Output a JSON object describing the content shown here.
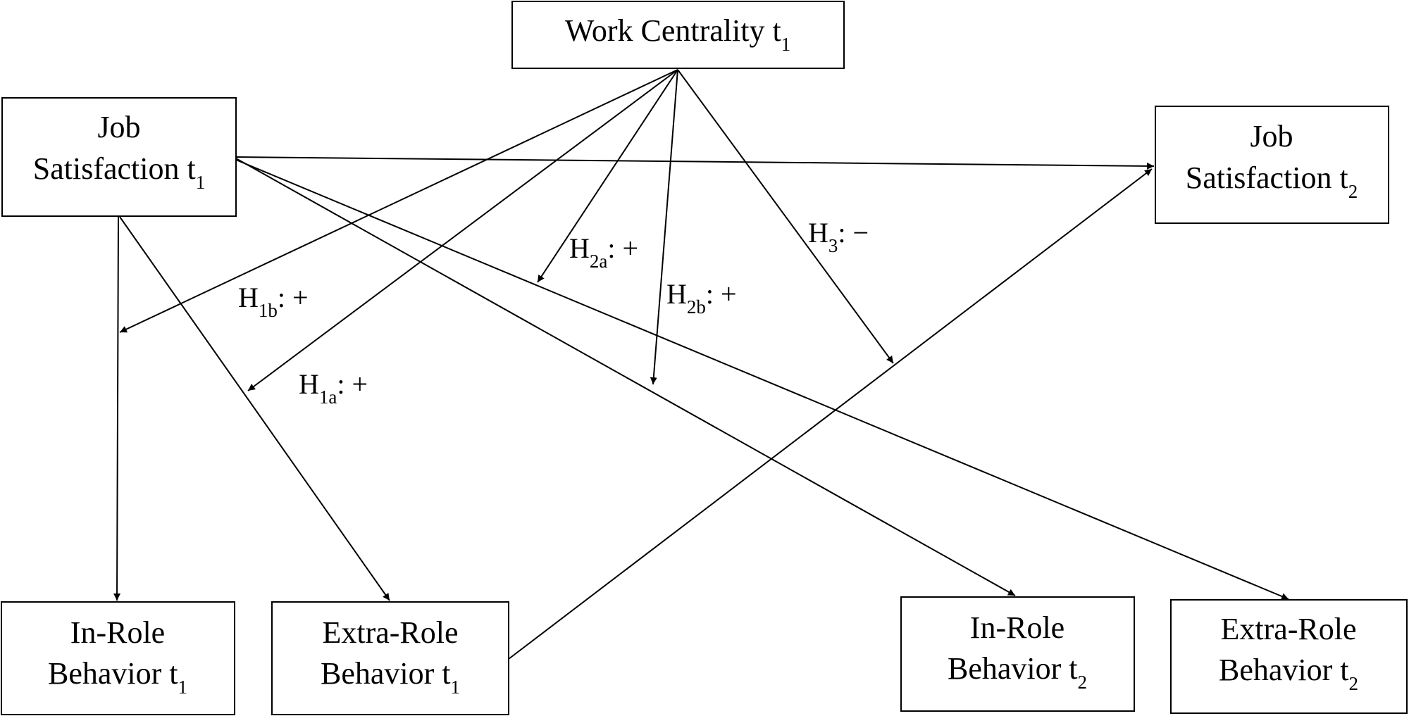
{
  "nodes": {
    "work_centrality_t1": {
      "main": "Work Centrality t",
      "sub": "1"
    },
    "job_satisfaction_t1": {
      "line1": "Job",
      "main": "Satisfaction t",
      "sub": "1"
    },
    "job_satisfaction_t2": {
      "line1": "Job",
      "main": "Satisfaction t",
      "sub": "2"
    },
    "in_role_behavior_t1": {
      "line1": "In-Role",
      "main": "Behavior t",
      "sub": "1"
    },
    "extra_role_behavior_t1": {
      "line1": "Extra-Role",
      "main": "Behavior t",
      "sub": "1"
    },
    "in_role_behavior_t2": {
      "line1": "In-Role",
      "main": "Behavior t",
      "sub": "2"
    },
    "extra_role_behavior_t2": {
      "line1": "Extra-Role",
      "main": "Behavior t",
      "sub": "2"
    }
  },
  "hypotheses": {
    "h1a": {
      "base": "H",
      "sub": "1a",
      "sign": ": +"
    },
    "h1b": {
      "base": "H",
      "sub": "1b",
      "sign": ": +"
    },
    "h2a": {
      "base": "H",
      "sub": "2a",
      "sign": ": +"
    },
    "h2b": {
      "base": "H",
      "sub": "2b",
      "sign": ": +"
    },
    "h3": {
      "base": "H",
      "sub": "3",
      "sign": ": −"
    }
  }
}
